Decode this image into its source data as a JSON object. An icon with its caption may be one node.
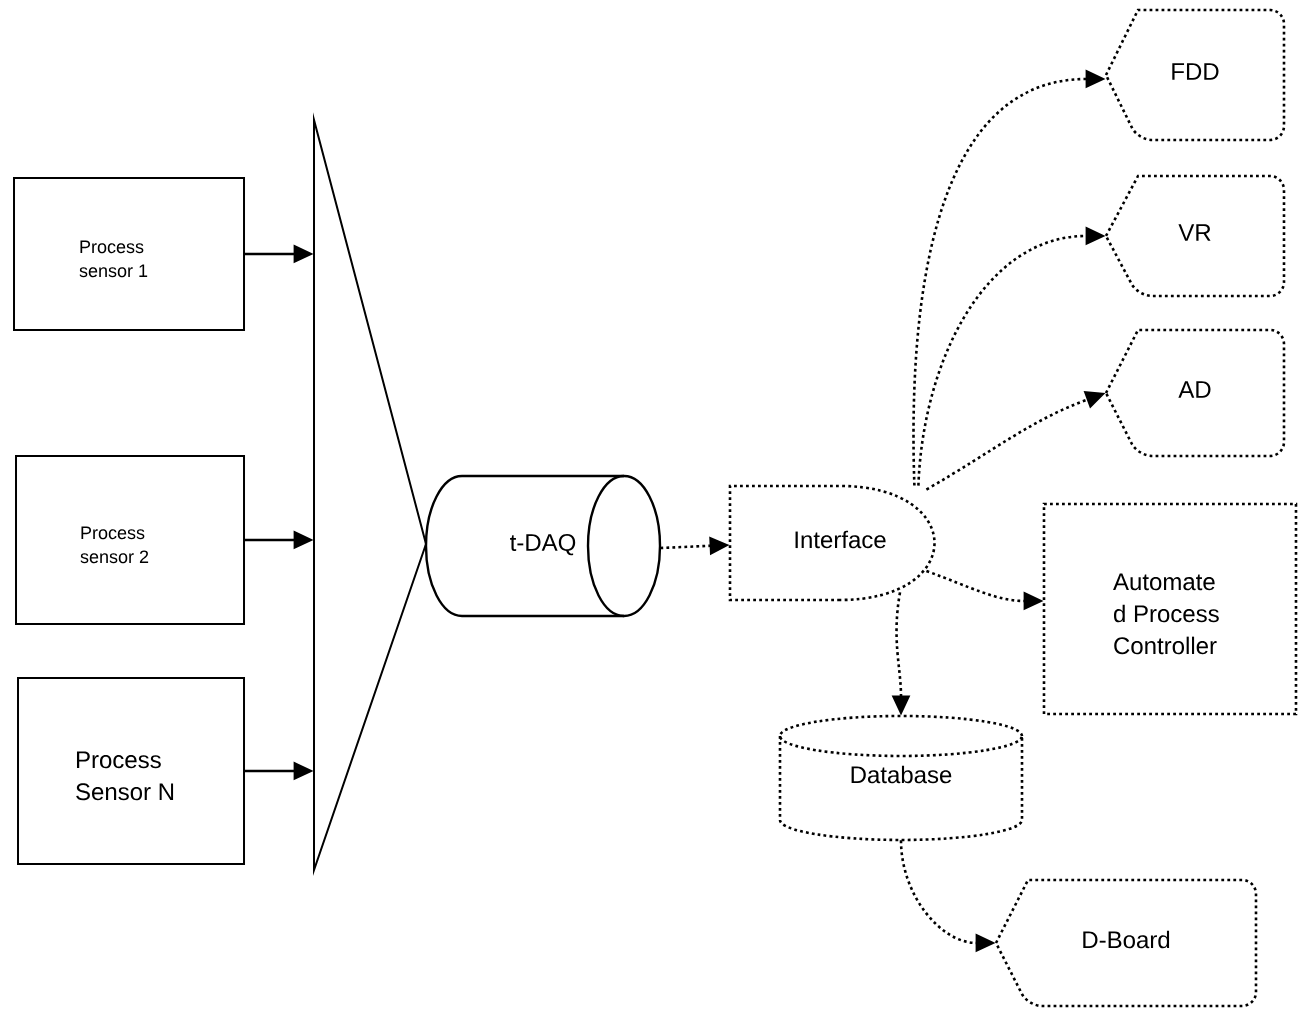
{
  "diagram": {
    "nodes": [
      {
        "text": [
          "Process sensor 1"
        ]
      },
      {
        "text": [
          "Process sensor 2"
        ]
      },
      {
        "text": [
          "Process Sensor N"
        ]
      },
      {
        "text": [],
        "shape": "triangle"
      },
      {
        "text": [
          "t-DAQ"
        ]
      },
      {
        "text": [
          "Interface"
        ]
      },
      {
        "text": [
          "FDD"
        ]
      },
      {
        "text": [
          "VR"
        ]
      },
      {
        "text": [
          "AD"
        ]
      },
      {
        "text": [
          "Automate d Process Controller"
        ]
      },
      {
        "text": [
          "Database"
        ]
      },
      {
        "text": [
          "D-Board"
        ]
      }
    ],
    "edges": [
      {
        "from": 0,
        "to": 3,
        "arrow": "to"
      },
      {
        "from": 1,
        "to": 3,
        "arrow": "to"
      },
      {
        "from": 2,
        "to": 3,
        "arrow": "to"
      },
      {
        "from": 4,
        "to": 5,
        "arrow": "to",
        "style": "dashed"
      },
      {
        "from": 5,
        "to": 6,
        "arrow": "to",
        "style": "dashed"
      },
      {
        "from": 5,
        "to": 7,
        "arrow": "to",
        "style": "dashed"
      },
      {
        "from": 5,
        "to": 8,
        "arrow": "to",
        "style": "dashed"
      },
      {
        "from": 5,
        "to": 9,
        "arrow": "to",
        "style": "dashed"
      },
      {
        "from": 5,
        "to": 10,
        "arrow": "to",
        "style": "dashed"
      },
      {
        "from": 10,
        "to": 11,
        "arrow": "to",
        "style": "dashed"
      }
    ]
  }
}
